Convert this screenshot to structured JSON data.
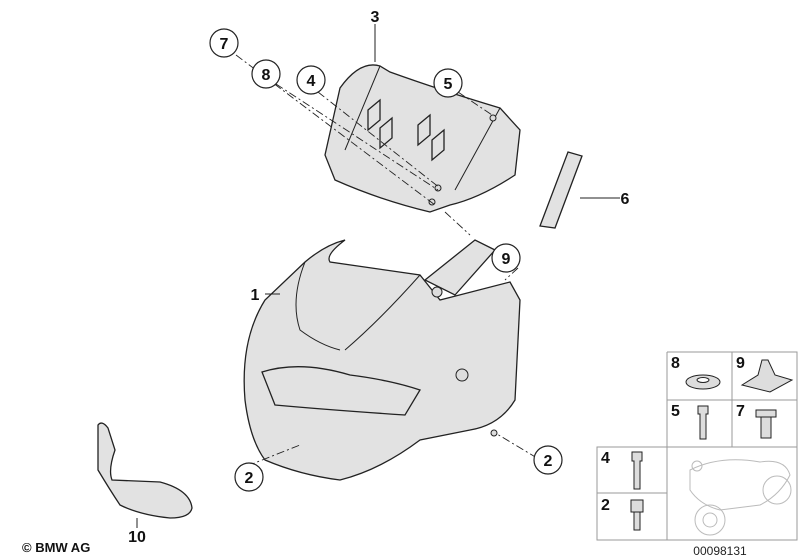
{
  "diagram": {
    "callouts": {
      "c7": "7",
      "c8": "8",
      "c4": "4",
      "c5": "5",
      "c9": "9",
      "c2a": "2",
      "c2b": "2",
      "p3": "3",
      "p6": "6",
      "p1": "1",
      "p10": "10"
    },
    "legend_grid": {
      "cells": [
        {
          "label": "8",
          "part": "washer"
        },
        {
          "label": "9",
          "part": "clip-nut"
        },
        {
          "label": "5",
          "part": "expanding-rivet"
        },
        {
          "label": "7",
          "part": "screw"
        },
        {
          "label": "4",
          "part": "rivet"
        },
        {
          "label": "2",
          "part": "bolt"
        }
      ]
    },
    "diagram_number": "00098131",
    "copyright": "© BMW AG"
  }
}
